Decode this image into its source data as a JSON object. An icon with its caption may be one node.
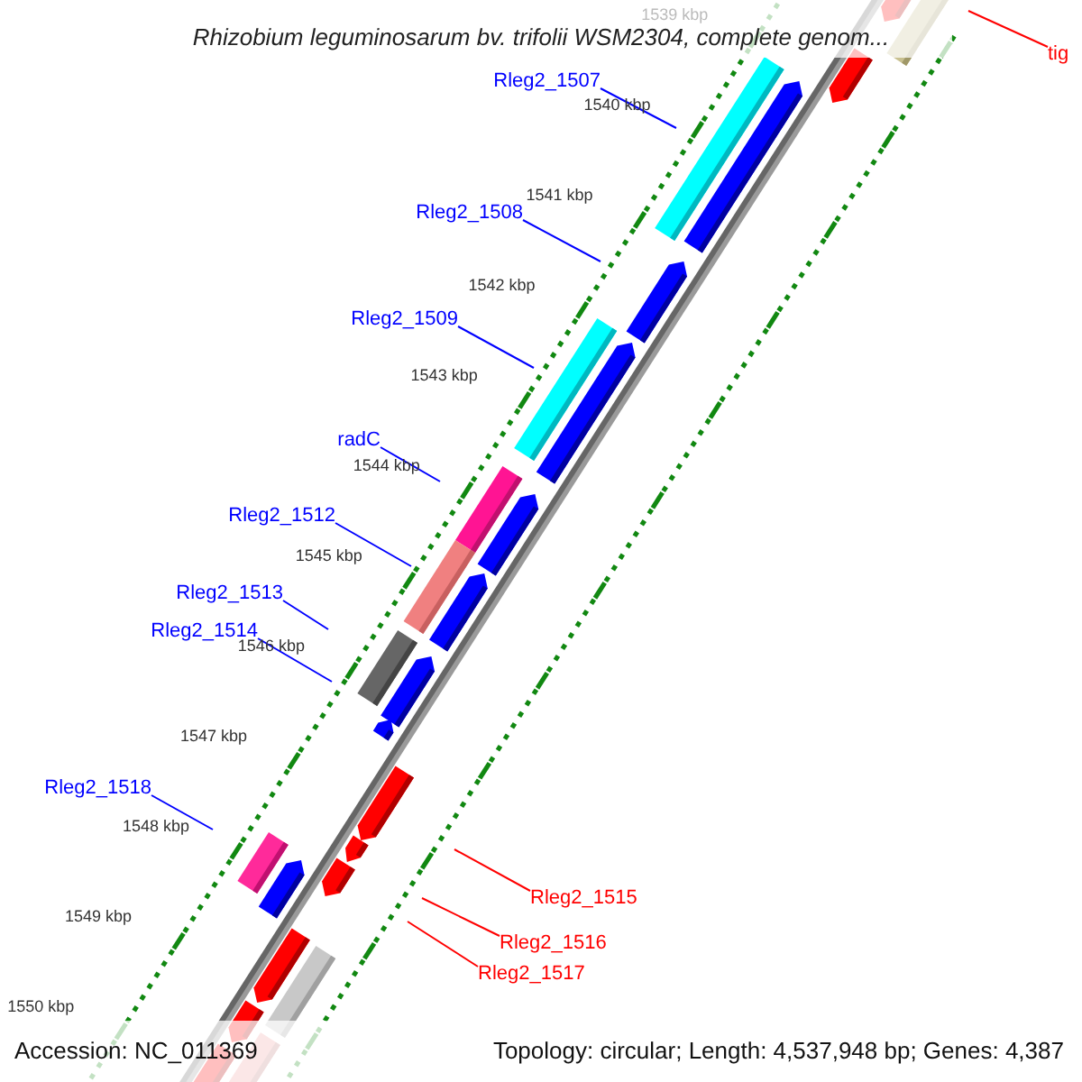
{
  "diagram": {
    "title": "Rhizobium leguminosarum bv. trifolii WSM2304, complete genom...",
    "nodes": [
      {
        "text": [
          "tig"
        ]
      },
      {
        "text": [
          "Rleg2_1507"
        ]
      },
      {
        "text": [
          "Rleg2_1508"
        ]
      },
      {
        "text": [
          "Rleg2_1509"
        ]
      },
      {
        "text": [
          "radC"
        ]
      },
      {
        "text": [
          "Rleg2_1512"
        ]
      },
      {
        "text": [
          "Rleg2_1513"
        ]
      },
      {
        "text": [
          "Rleg2_1514"
        ]
      },
      {
        "text": [
          "Rleg2_1518"
        ]
      },
      {
        "text": [
          "Rleg2_1515"
        ]
      },
      {
        "text": [
          "Rleg2_1516"
        ]
      },
      {
        "text": [
          "Rleg2_1517"
        ]
      }
    ],
    "edges": [
      {
        "from": 0,
        "to": null,
        "arrow": "none",
        "color": "#ff0000"
      },
      {
        "from": 1,
        "to": null,
        "arrow": "none"
      },
      {
        "from": 2,
        "to": null,
        "arrow": "none"
      },
      {
        "from": 3,
        "to": null,
        "arrow": "none"
      },
      {
        "from": 4,
        "to": null,
        "arrow": "none"
      },
      {
        "from": 5,
        "to": null,
        "arrow": "none"
      },
      {
        "from": 6,
        "to": null,
        "arrow": "none"
      },
      {
        "from": 7,
        "to": null,
        "arrow": "none"
      },
      {
        "from": 8,
        "to": null,
        "arrow": "none"
      },
      {
        "from": 9,
        "to": null,
        "arrow": "none",
        "color": "#ff0000"
      },
      {
        "from": 10,
        "to": null,
        "arrow": "none",
        "color": "#ff0000"
      },
      {
        "from": 11,
        "to": null,
        "arrow": "none",
        "color": "#ff0000"
      }
    ],
    "labels": [
      "1539 kbp",
      "1540 kbp",
      "1541 kbp",
      "1542 kbp",
      "1543 kbp",
      "1544 kbp",
      "1545 kbp",
      "1546 kbp",
      "1547 kbp",
      "1548 kbp",
      "1549 kbp",
      "1550 kbp",
      "Accession: NC_011369",
      "Topology: circular; Length: 4,537,948 bp; Genes: 4,387"
    ]
  }
}
